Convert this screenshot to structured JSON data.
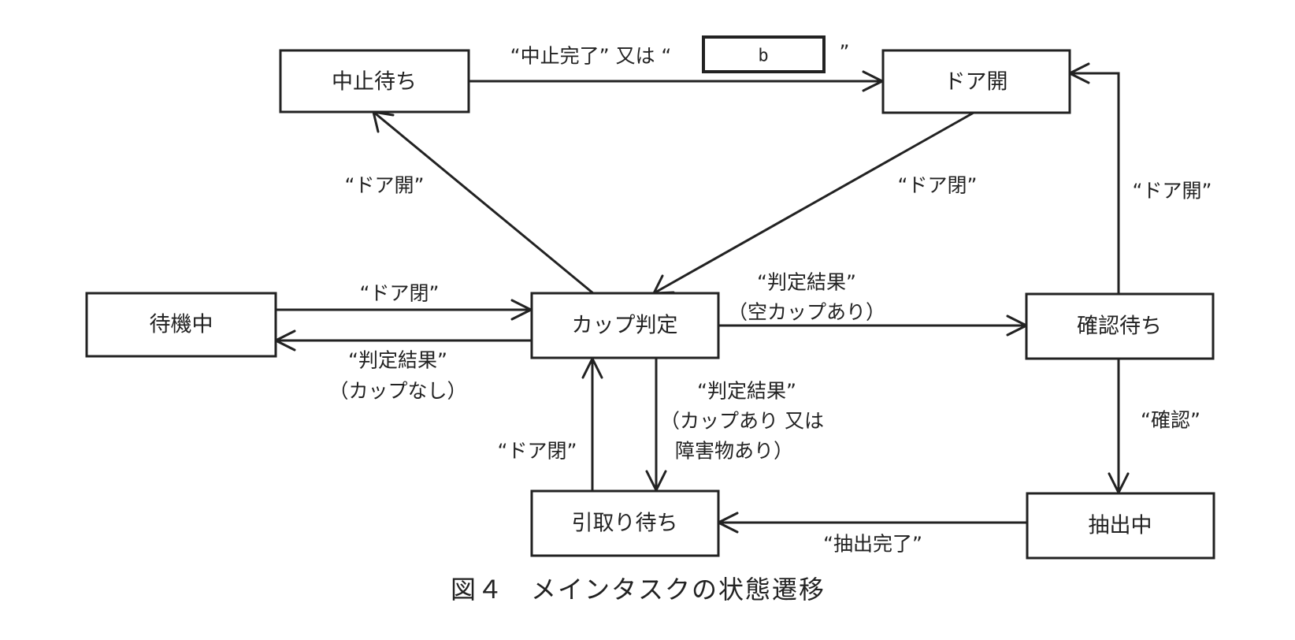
{
  "diagram": {
    "caption": "図４　メインタスクの状態遷移",
    "states": [
      {
        "id": "chushi",
        "label": "中止待ち"
      },
      {
        "id": "door_open",
        "label": "ドア開"
      },
      {
        "id": "taiki",
        "label": "待機中"
      },
      {
        "id": "cup",
        "label": "カップ判定"
      },
      {
        "id": "kakunin",
        "label": "確認待ち"
      },
      {
        "id": "hikitori",
        "label": "引取り待ち"
      },
      {
        "id": "chushutsu",
        "label": "抽出中"
      }
    ],
    "transitions": [
      {
        "from": "chushi",
        "to": "door_open",
        "label_lines": [
          "“中止完了” 又は “",
          "”"
        ],
        "blank": "b"
      },
      {
        "from": "cup",
        "to": "chushi",
        "label_lines": [
          "“ドア開”"
        ]
      },
      {
        "from": "door_open",
        "to": "cup",
        "label_lines": [
          "“ドア閉”"
        ]
      },
      {
        "from": "kakunin",
        "to": "door_open",
        "label_lines": [
          "“ドア開”"
        ]
      },
      {
        "from": "taiki",
        "to": "cup",
        "label_lines": [
          "“ドア閉”"
        ]
      },
      {
        "from": "cup",
        "to": "taiki",
        "label_lines": [
          "“判定結果”",
          "（カップなし）"
        ]
      },
      {
        "from": "cup",
        "to": "kakunin",
        "label_lines": [
          "“判定結果”",
          "（空カップあり）"
        ]
      },
      {
        "from": "cup",
        "to": "hikitori",
        "label_lines": [
          "“判定結果”",
          "（カップあり 又は",
          "障害物あり）"
        ]
      },
      {
        "from": "hikitori",
        "to": "cup",
        "label_lines": [
          "“ドア閉”"
        ]
      },
      {
        "from": "kakunin",
        "to": "chushutsu",
        "label_lines": [
          "“確認”"
        ]
      },
      {
        "from": "chushutsu",
        "to": "hikitori",
        "label_lines": [
          "“抽出完了”"
        ]
      }
    ]
  }
}
